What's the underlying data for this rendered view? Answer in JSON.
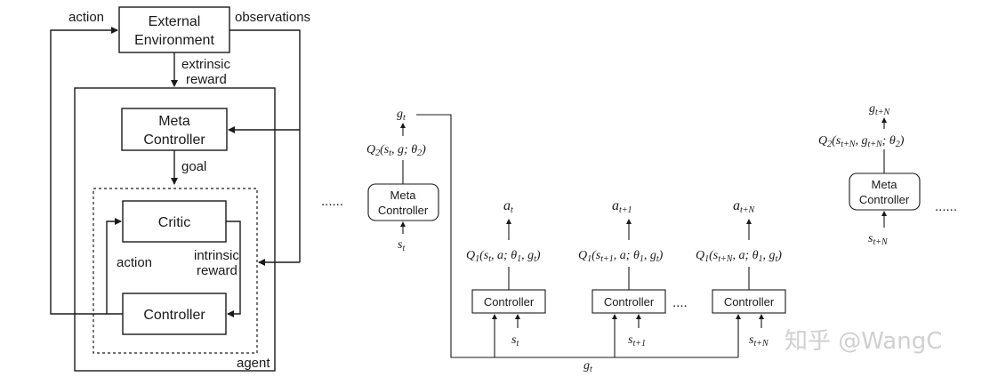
{
  "left_diagram": {
    "action_top": "action",
    "observations": "observations",
    "env_line1": "External",
    "env_line2": "Environment",
    "extrinsic_line1": "extrinsic",
    "extrinsic_line2": "reward",
    "meta_line1": "Meta",
    "meta_line2": "Controller",
    "goal": "goal",
    "critic": "Critic",
    "action_inner": "action",
    "intrinsic_line1": "intrinsic",
    "intrinsic_line2": "reward",
    "controller": "Controller",
    "agent": "agent"
  },
  "right_diagram": {
    "dots_left": "......",
    "dots_middle": "....",
    "dots_right": "......",
    "meta_box_line1": "Meta",
    "meta_box_line2": "Controller",
    "meta_box2_line1": "Meta",
    "meta_box2_line2": "Controller",
    "controller_box1": "Controller",
    "controller_box2": "Controller",
    "controller_box3": "Controller",
    "g_t_top": {
      "base": "g",
      "sub": "t"
    },
    "g_tN_top": {
      "base": "g",
      "sub": "t+N"
    },
    "g_t_bottom": {
      "base": "g",
      "sub": "t"
    },
    "s_t_meta": {
      "base": "s",
      "sub": "t"
    },
    "s_tN_meta": {
      "base": "s",
      "sub": "t+N"
    },
    "a_t": {
      "base": "a",
      "sub": "t"
    },
    "a_t1": {
      "base": "a",
      "sub": "t+1"
    },
    "a_tN": {
      "base": "a",
      "sub": "t+N"
    },
    "s_t": {
      "base": "s",
      "sub": "t"
    },
    "s_t1": {
      "base": "s",
      "sub": "t+1"
    },
    "s_tN": {
      "base": "s",
      "sub": "t+N"
    },
    "q2_left": "Q2(st, g; θ2)",
    "q2_right": "Q2(st+N, gt+N; θ2)",
    "q1_t": "Q1(st, a; θ1, gt)",
    "q1_t1": "Q1(st+1, a; θ1, gt)",
    "q1_tN": "Q1(st+N, a; θ1, gt)"
  },
  "watermark": "知乎 @WangC"
}
